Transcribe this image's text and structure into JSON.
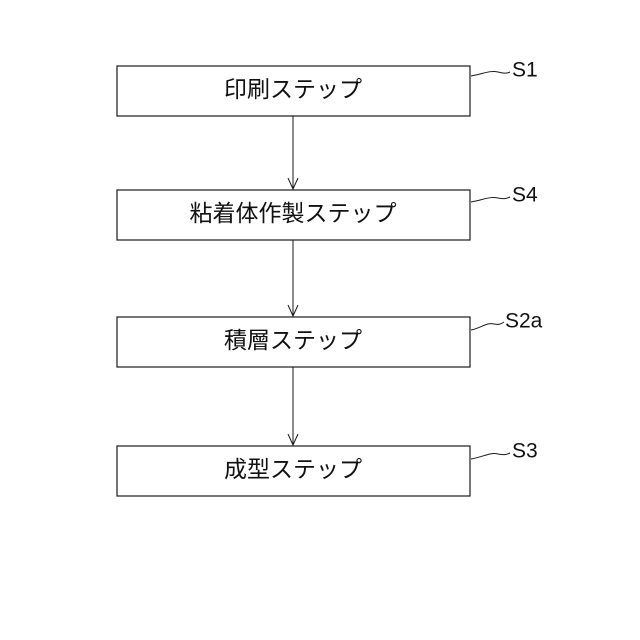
{
  "steps": [
    {
      "label": "印刷ステップ",
      "id": "S1"
    },
    {
      "label": "粘着体作製ステップ",
      "id": "S4"
    },
    {
      "label": "積層ステップ",
      "id": "S2a"
    },
    {
      "label": "成型ステップ",
      "id": "S3"
    }
  ]
}
